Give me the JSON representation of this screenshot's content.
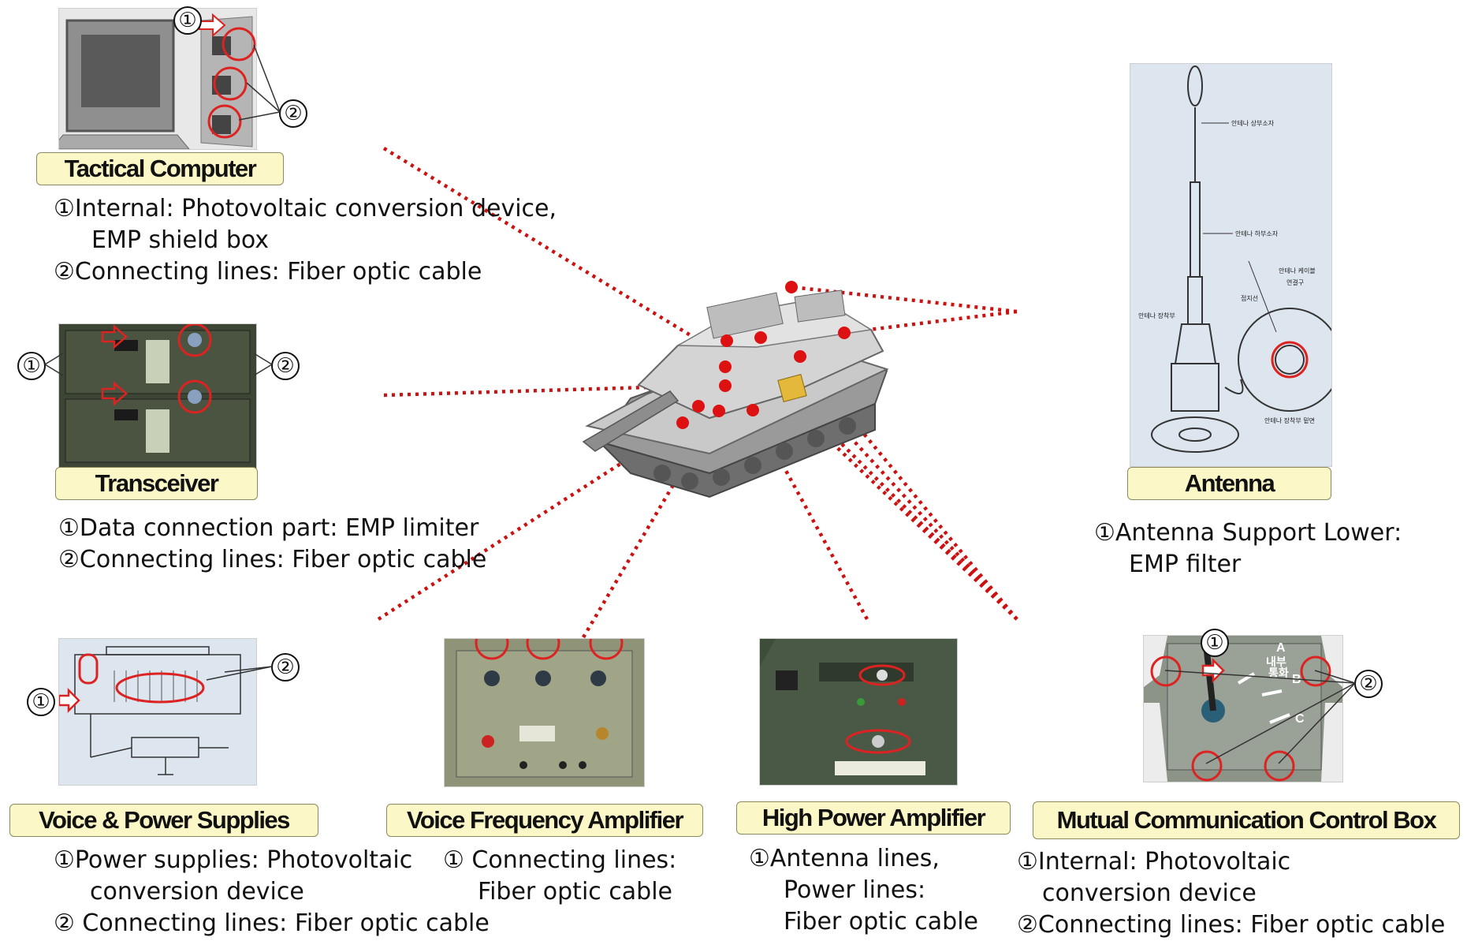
{
  "tactical_computer": {
    "title": "Tactical Computer",
    "line1": "①Internal: Photovoltaic conversion device,",
    "line2": "EMP shield box",
    "line3": "②Connecting lines: Fiber optic cable",
    "callouts": [
      "①",
      "②"
    ]
  },
  "transceiver": {
    "title": "Transceiver",
    "line1": "①Data connection part: EMP limiter",
    "line2": "②Connecting lines: Fiber optic cable",
    "callouts": [
      "①",
      "②"
    ]
  },
  "antenna": {
    "title": "Antenna",
    "line1": "①Antenna Support Lower:",
    "line2": "EMP filter",
    "diagram_labels": [
      "안테나 상부소자",
      "안테나 하부소자",
      "안테나 케이블",
      "연결구",
      "접지선",
      "안테나 장착부",
      "안테나 장착부 밑면"
    ]
  },
  "voice_power": {
    "title": "Voice & Power Supplies",
    "line1": "①Power supplies: Photovoltaic",
    "line2": "conversion device",
    "line3": "② Connecting lines: Fiber optic cable",
    "callouts": [
      "①",
      "②"
    ]
  },
  "vfa": {
    "title": "Voice Frequency Amplifier",
    "line1": "① Connecting lines:",
    "line2": "Fiber optic cable"
  },
  "hpa": {
    "title": "High Power Amplifier",
    "line1": "①Antenna lines,",
    "line2": "Power lines:",
    "line3": "Fiber optic cable"
  },
  "mccb": {
    "title": "Mutual Communication Control Box",
    "line1": "①Internal: Photovoltaic",
    "line2": "conversion device",
    "line3": "②Connecting lines: Fiber optic cable",
    "callouts": [
      "①",
      "②"
    ],
    "panel_labels": [
      "A",
      "B",
      "C",
      "내부",
      "통화"
    ]
  },
  "colors": {
    "label_bg": "#fbf7c6",
    "dotted_line": "#cc1111",
    "marker": "#dd1111",
    "callout_circle": "#dd2222"
  }
}
